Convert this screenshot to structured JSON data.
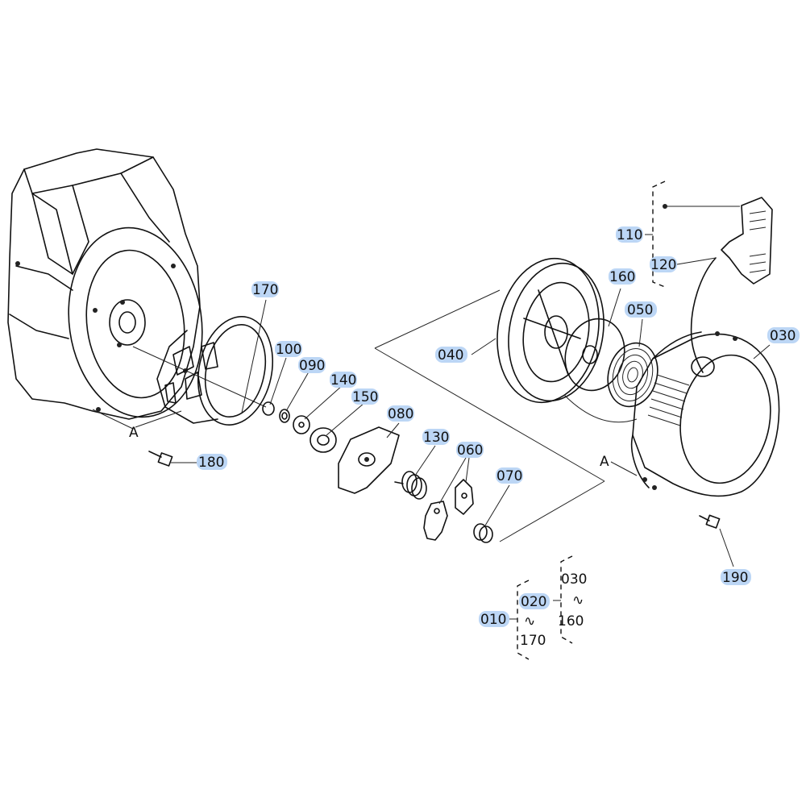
{
  "callouts": {
    "p010": "010",
    "p020": "020",
    "p030": "030",
    "p040": "040",
    "p050": "050",
    "p060": "060",
    "p070": "070",
    "p080": "080",
    "p090": "090",
    "p100": "100",
    "p110": "110",
    "p120": "120",
    "p130": "130",
    "p140": "140",
    "p150": "150",
    "p160": "160",
    "p170": "170",
    "p180": "180",
    "p190": "190"
  },
  "ref_marks": {
    "a_left": "A",
    "a_right": "A"
  },
  "range_notes": {
    "outer_start": "020",
    "outer_end": "170",
    "inner_start": "030",
    "inner_end": "160",
    "tilde": "∿"
  },
  "colors": {
    "highlight": "#bcd6f5",
    "ink": "#111111"
  }
}
